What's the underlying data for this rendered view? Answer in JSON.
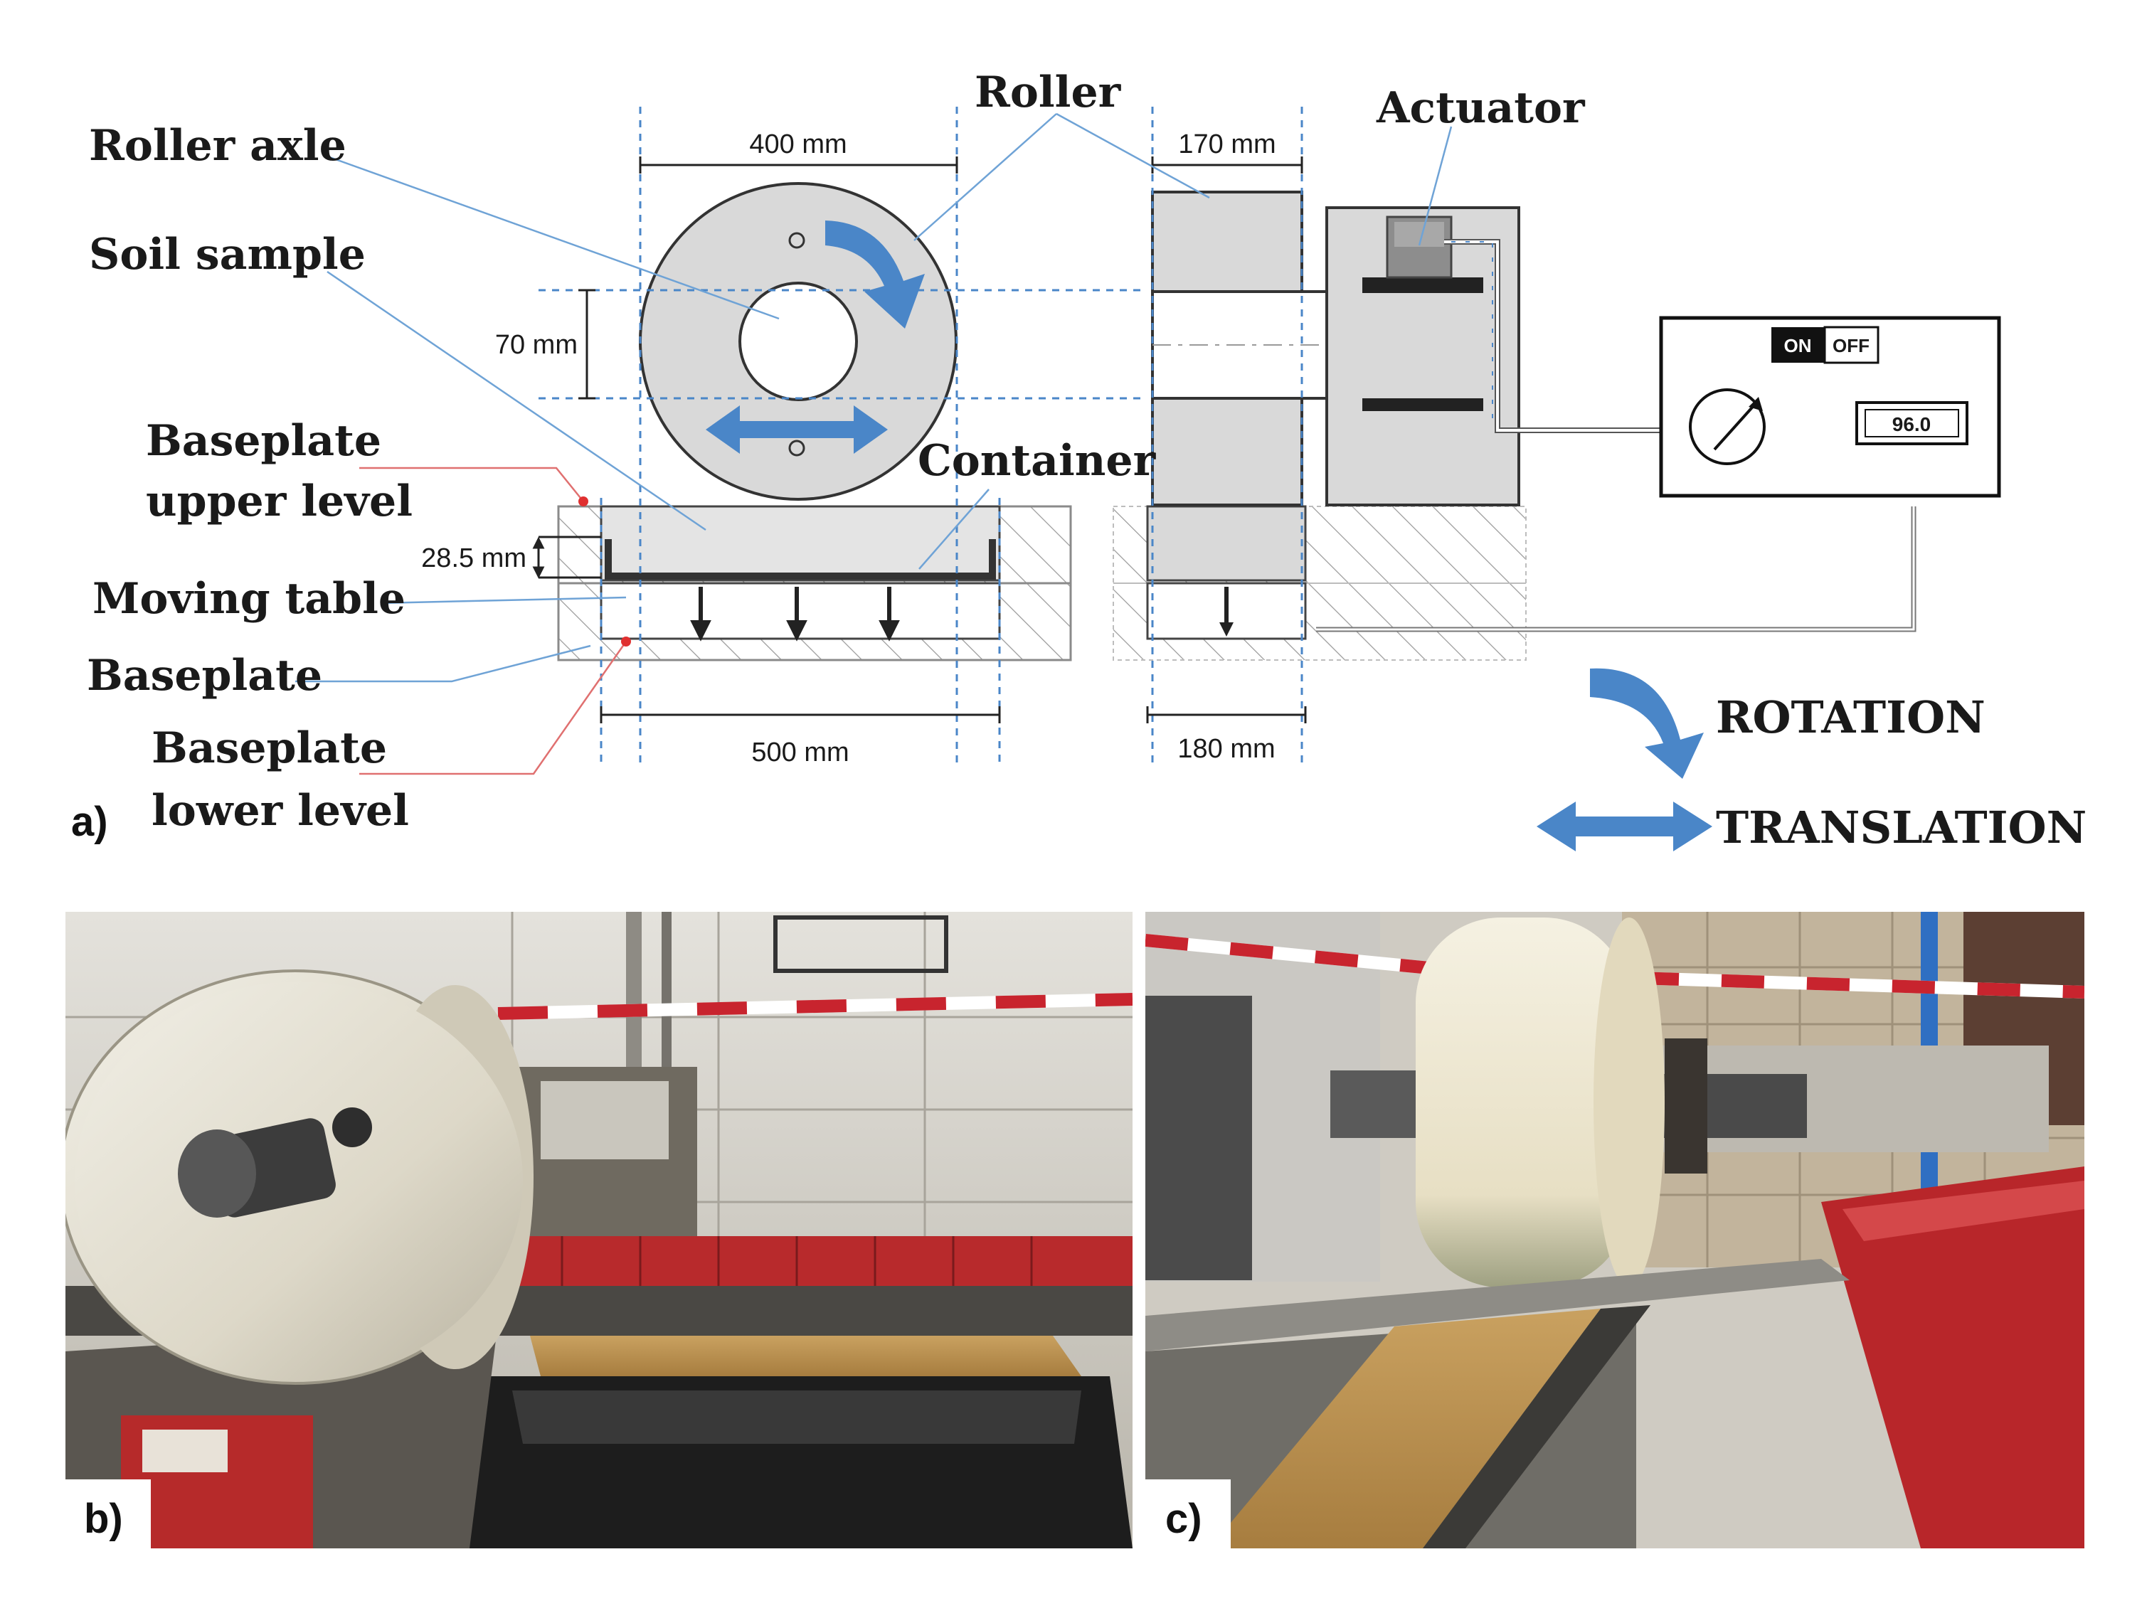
{
  "panel_a": {
    "tag": "a)",
    "labels": {
      "roller_axle": "Roller axle",
      "soil_sample": "Soil sample",
      "baseplate_upper_line1": "Baseplate",
      "baseplate_upper_line2": "upper level",
      "moving_table": "Moving table",
      "baseplate": "Baseplate",
      "baseplate_lower_line1": "Baseplate",
      "baseplate_lower_line2": "lower level",
      "roller": "Roller",
      "actuator": "Actuator",
      "container": "Container"
    },
    "dimensions": {
      "roller_width": "400 mm",
      "axle_diameter": "70 mm",
      "sample_depth": "28.5 mm",
      "table_width": "500 mm",
      "roller_thickness": "170 mm",
      "side_width": "180 mm"
    },
    "control_box": {
      "switch_on": "ON",
      "switch_off": "OFF",
      "display_value": "96.0"
    },
    "legend": {
      "rotation": "ROTATION",
      "translation": "TRANSLATION"
    },
    "colors": {
      "arrow_blue": "#4a86c8",
      "roller_gray": "#d9d9d9",
      "leader_red": "#e07070"
    }
  },
  "panel_b": {
    "tag": "b)"
  },
  "panel_c": {
    "tag": "c)"
  }
}
